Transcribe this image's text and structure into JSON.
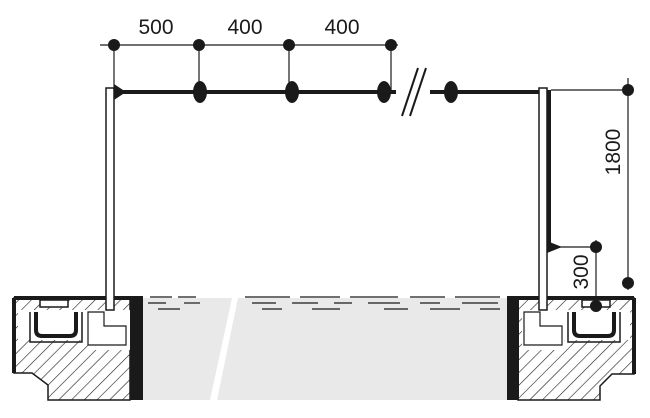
{
  "colors": {
    "ink": "#1a1a1a",
    "water": "#e9e9e9",
    "hatch": "#1a1a1a",
    "background": "#ffffff"
  },
  "dimensions": {
    "top": [
      "500",
      "400",
      "400"
    ],
    "right_upper": "1800",
    "right_lower": "300"
  },
  "icons": {
    "break": "break-mark-icon"
  }
}
